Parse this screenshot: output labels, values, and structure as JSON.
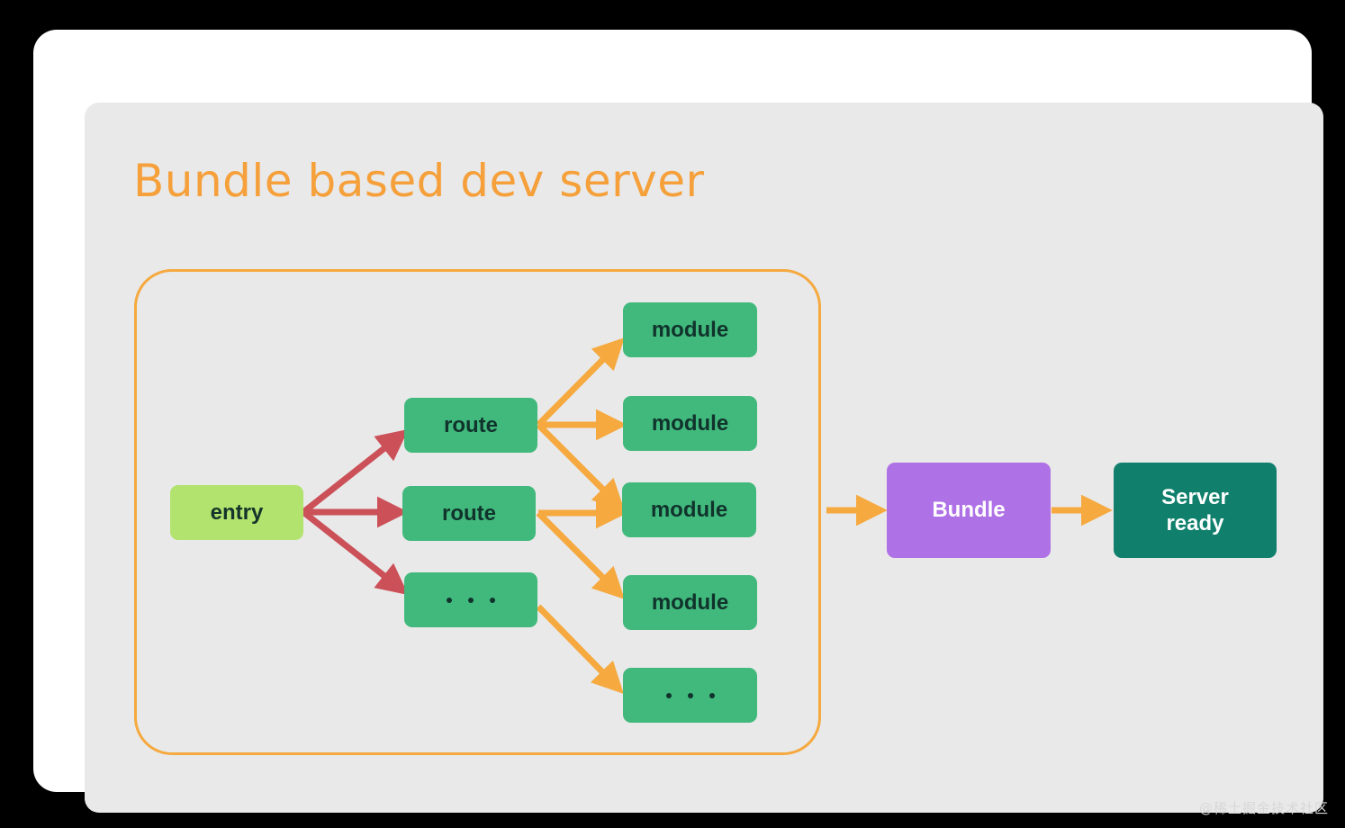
{
  "diagram": {
    "title": "Bundle based dev server",
    "watermark": "@稀土掘金技术社区",
    "colors": {
      "background": "#000000",
      "card": "#ffffff",
      "panel": "#e9e9e9",
      "title": "#f5a03a",
      "group_border": "#f5a93f",
      "entry_node": "#b1e36e",
      "green_node": "#41b97c",
      "purple_node": "#af71e6",
      "teal_node": "#10806d",
      "arrow_orange": "#f5a93f",
      "arrow_red": "#cb5058",
      "node_text_dark": "#10332c",
      "node_text_light": "#ffffff"
    },
    "nodes": {
      "entry": "entry",
      "route_1": "route",
      "route_2": "route",
      "route_ellipsis": "...",
      "module_1": "module",
      "module_2": "module",
      "module_3": "module",
      "module_4": "module",
      "module_ellipsis": "...",
      "bundle": "Bundle",
      "server_ready_line1": "Server",
      "server_ready_line2": "ready"
    },
    "edges": [
      {
        "from": "entry",
        "to": "route_1",
        "color": "#cb5058"
      },
      {
        "from": "entry",
        "to": "route_2",
        "color": "#cb5058"
      },
      {
        "from": "entry",
        "to": "route_ellipsis",
        "color": "#cb5058"
      },
      {
        "from": "route_1",
        "to": "module_1",
        "color": "#f5a93f"
      },
      {
        "from": "route_1",
        "to": "module_2",
        "color": "#f5a93f"
      },
      {
        "from": "route_1",
        "to": "module_3",
        "color": "#f5a93f"
      },
      {
        "from": "route_2",
        "to": "module_3",
        "color": "#f5a93f"
      },
      {
        "from": "route_2",
        "to": "module_4",
        "color": "#f5a93f"
      },
      {
        "from": "route_ellipsis",
        "to": "module_ellipsis",
        "color": "#f5a93f"
      },
      {
        "from": "group",
        "to": "bundle",
        "color": "#f5a93f"
      },
      {
        "from": "bundle",
        "to": "server_ready",
        "color": "#f5a93f"
      }
    ]
  }
}
